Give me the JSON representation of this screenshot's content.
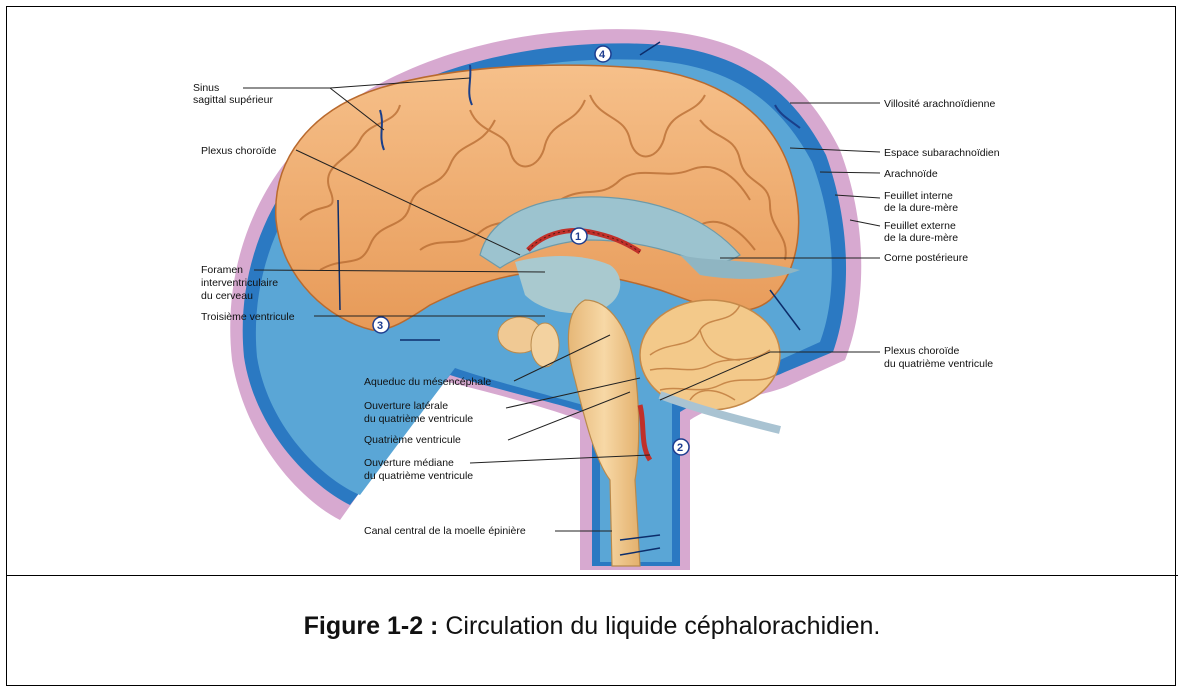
{
  "labels": {
    "sinus_l1": "Sinus",
    "sinus_l2": "sagittal supérieur",
    "plexus_choroide": "Plexus choroïde",
    "foramen_l1": "Foramen",
    "foramen_l2": "interventriculaire",
    "foramen_l3": "du cerveau",
    "troisieme_ventricule": "Troisième ventricule",
    "aqueduc": "Aqueduc du mésencéphale",
    "ouv_laterale_l1": "Ouverture latérale",
    "ouv_laterale_l2": "du quatrième ventricule",
    "quatrieme_ventricule": "Quatrième ventricule",
    "ouv_mediane_l1": "Ouverture médiane",
    "ouv_mediane_l2": "du quatrième ventricule",
    "canal_central": "Canal central de la moelle épinière",
    "villosite": "Villosité arachnoïdienne",
    "espace_sub": "Espace subarachnoïdien",
    "arachnoide": "Arachnoïde",
    "feuillet_interne_l1": "Feuillet interne",
    "feuillet_interne_l2": "de la dure-mère",
    "feuillet_externe_l1": "Feuillet externe",
    "feuillet_externe_l2": "de la dure-mère",
    "corne_posterieure": "Corne postérieure",
    "plexus_4_l1": "Plexus choroïde",
    "plexus_4_l2": "du quatrième ventricule"
  },
  "markers": [
    "1",
    "2",
    "3",
    "4"
  ],
  "caption": {
    "label": "Figure 1-2 :",
    "text": " Circulation du liquide céphalorachidien."
  },
  "colors": {
    "csf_blue": "#1f6fb8",
    "dura_pink": "#c79ac4",
    "brain": "#f1b278",
    "ventricle": "#9fc4cf",
    "plexus_red": "#c0302a"
  }
}
